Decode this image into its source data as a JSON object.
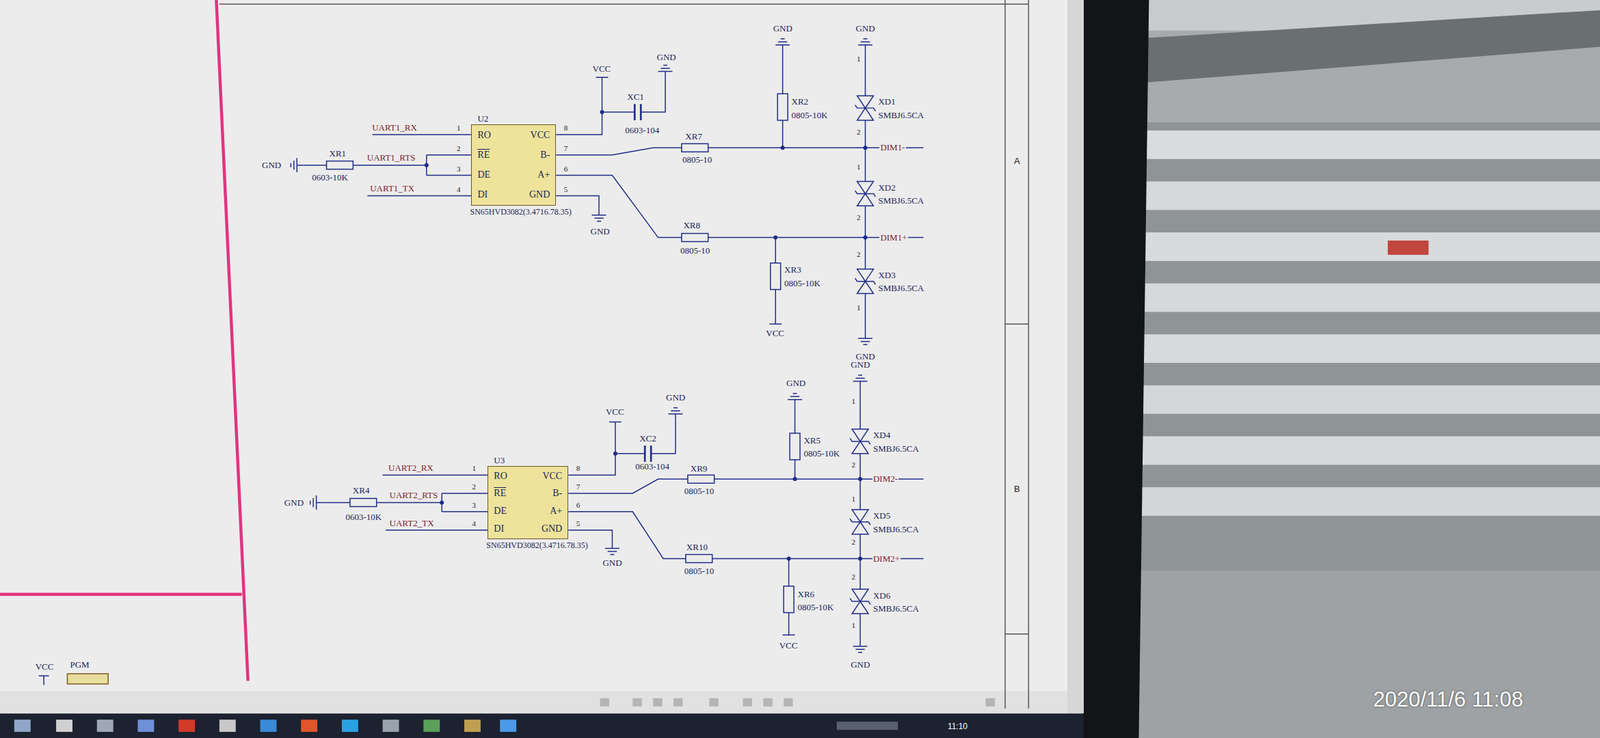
{
  "diagram": {
    "nodes": [
      {
        "text": [
          "U2",
          "RO",
          "RE",
          "DE",
          "DI",
          "VCC",
          "B-",
          "A+",
          "GND",
          "SN65HVD3082(3.4716.78.35)"
        ]
      },
      {
        "text": [
          "U3",
          "RO",
          "RE",
          "DE",
          "DI",
          "VCC",
          "B-",
          "A+",
          "GND",
          "SN65HVD3082(3.4716.78.35)"
        ]
      }
    ],
    "labels": [
      "UART1_RX",
      "1",
      "GND",
      "XR1",
      "0603-10K",
      "UART1_RTS",
      "2",
      "3",
      "UART1_TX",
      "4",
      "8",
      "7",
      "6",
      "5",
      "VCC",
      "XC1",
      "0603-104",
      "GND",
      "GND",
      "XR7",
      "0805-10",
      "GND",
      "XR2",
      "0805-10K",
      "GND",
      "1",
      "XD1",
      "SMBJ6.5CA",
      "2",
      "DIM1-",
      "1",
      "XD2",
      "SMBJ6.5CA",
      "2",
      "XR8",
      "0805-10",
      "DIM1+",
      "2",
      "XR3",
      "0805-10K",
      "XD3",
      "SMBJ6.5CA",
      "1",
      "VCC",
      "GND",
      "UART2_RX",
      "1",
      "GND",
      "XR4",
      "0603-10K",
      "UART2_RTS",
      "2",
      "3",
      "UART2_TX",
      "4",
      "8",
      "7",
      "6",
      "5",
      "VCC",
      "XC2",
      "0603-104",
      "GND",
      "GND",
      "XR9",
      "0805-10",
      "GND",
      "XR5",
      "0805-10K",
      "GND",
      "1",
      "XD4",
      "SMBJ6.5CA",
      "2",
      "DIM2-",
      "1",
      "XD5",
      "SMBJ6.5CA",
      "2",
      "XR10",
      "0805-10",
      "DIM2+",
      "2",
      "XD6",
      "SMBJ6.5CA",
      "XR6",
      "0805-10K",
      "1",
      "VCC",
      "GND",
      "A",
      "B",
      "VCC",
      "PGM",
      "11:10",
      "2020/11/6 11:08"
    ]
  }
}
